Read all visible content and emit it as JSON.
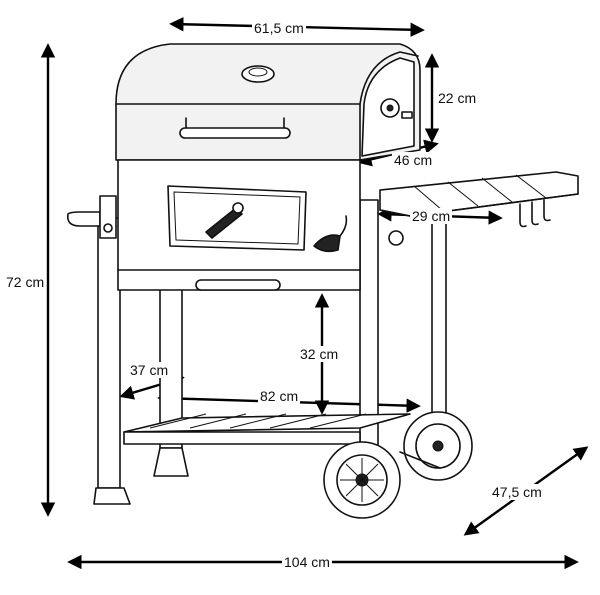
{
  "dimensions": {
    "width_top": "61,5 cm",
    "lid_height": "22 cm",
    "lid_depth": "46 cm",
    "shelf_width": "29 cm",
    "total_height": "72 cm",
    "inner_height": "32 cm",
    "shelf_depth": "37 cm",
    "inner_width": "82 cm",
    "depth": "47,5 cm",
    "total_width": "104 cm"
  }
}
